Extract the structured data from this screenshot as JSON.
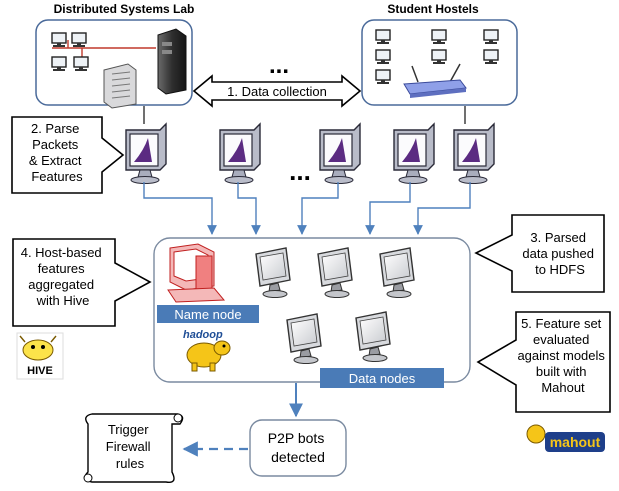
{
  "labels": {
    "lab_title": "Distributed Systems Lab",
    "hostels_title": "Student Hostels",
    "ellipsis": "...",
    "step1": "1. Data collection",
    "step2": [
      "2. Parse",
      "Packets",
      "& Extract",
      "Features"
    ],
    "step3": [
      "3. Parsed",
      "data pushed",
      "to HDFS"
    ],
    "step4": [
      "4. Host-based",
      "features",
      "aggregated",
      "with Hive"
    ],
    "step5": [
      "5. Feature set",
      "evaluated",
      "against models",
      "built with",
      "Mahout"
    ],
    "name_node": "Name node",
    "data_nodes": "Data nodes",
    "result": [
      "P2P bots",
      "detected"
    ],
    "action": [
      "Trigger",
      "Firewall",
      "rules"
    ]
  },
  "logos": {
    "hive": "HIVE",
    "hadoop": "hadoop",
    "mahout": "mahout"
  },
  "colors": {
    "node_label_bg": "#4a7bb7",
    "arrow_blue": "#4f81bd",
    "name_node_red": "#e03030",
    "monitor_purple": "#5b2b82"
  }
}
